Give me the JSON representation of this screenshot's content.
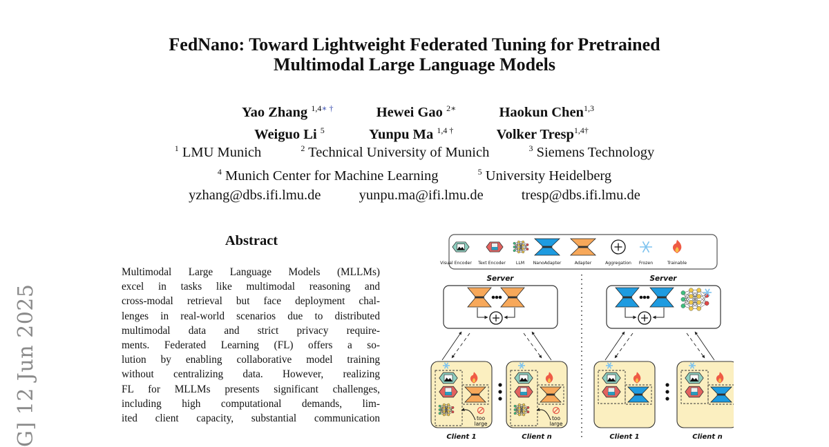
{
  "arxiv_stamp": "G]  12 Jun 2025",
  "paper": {
    "title_line1": "FedNano: Toward Lightweight Federated Tuning for Pretrained",
    "title_line2": "Multimodal Large Language Models",
    "authors": [
      {
        "name": "Yao Zhang",
        "sup": "1,4",
        "sup_mark": "∗ †"
      },
      {
        "name": "Hewei Gao",
        "sup": "2∗",
        "sup_mark": ""
      },
      {
        "name": "Haokun Chen",
        "sup": "1,3",
        "sup_mark": ""
      },
      {
        "name": "Weiguo Li",
        "sup": "5",
        "sup_mark": ""
      },
      {
        "name": "Yunpu Ma",
        "sup": "1,4 †",
        "sup_mark": ""
      },
      {
        "name": "Volker Tresp",
        "sup": "1,4†",
        "sup_mark": ""
      }
    ],
    "affiliations": [
      {
        "num": "1",
        "name": "LMU Munich"
      },
      {
        "num": "2",
        "name": "Technical University of Munich"
      },
      {
        "num": "3",
        "name": "Siemens Technology"
      },
      {
        "num": "4",
        "name": "Munich Center for Machine Learning"
      },
      {
        "num": "5",
        "name": "University Heidelberg"
      }
    ],
    "emails": [
      "yzhang@dbs.ifi.lmu.de",
      "yunpu.ma@ifi.lmu.de",
      "tresp@dbs.ifi.lmu.de"
    ],
    "abstract_heading": "Abstract",
    "abstract_lines": [
      "Multimodal Large Language Models (MLLMs)",
      "excel in tasks like multimodal reasoning and",
      "cross-modal retrieval but face deployment chal-",
      "lenges in real-world scenarios due to distributed",
      "multimodal data and strict privacy require-",
      "ments. Federated Learning (FL) offers a so-",
      "lution by enabling collaborative model training",
      "without centralizing data. However, realizing",
      "FL for MLLMs presents significant challenges,",
      "including high computational demands, lim-",
      "ited client capacity, substantial communication"
    ]
  },
  "figure": {
    "legend": [
      "Visual Encoder",
      "Text Encoder",
      "LLM",
      "NanoAdapter",
      "Adapter",
      "Aggregation",
      "Frozen",
      "Trainable"
    ],
    "server_label": "Server",
    "client_labels": [
      "Client 1",
      "Client n"
    ],
    "too_large": [
      "too",
      "large"
    ],
    "colors": {
      "nano_adapter": "#1e9be0",
      "adapter": "#f7a85a",
      "visual_encoder": "#8fcfc0",
      "text_encoder": "#e2625f",
      "client_bg": "#fbefc0",
      "frozen": "#7ec3ef",
      "trainable": "#ef5b45"
    }
  }
}
